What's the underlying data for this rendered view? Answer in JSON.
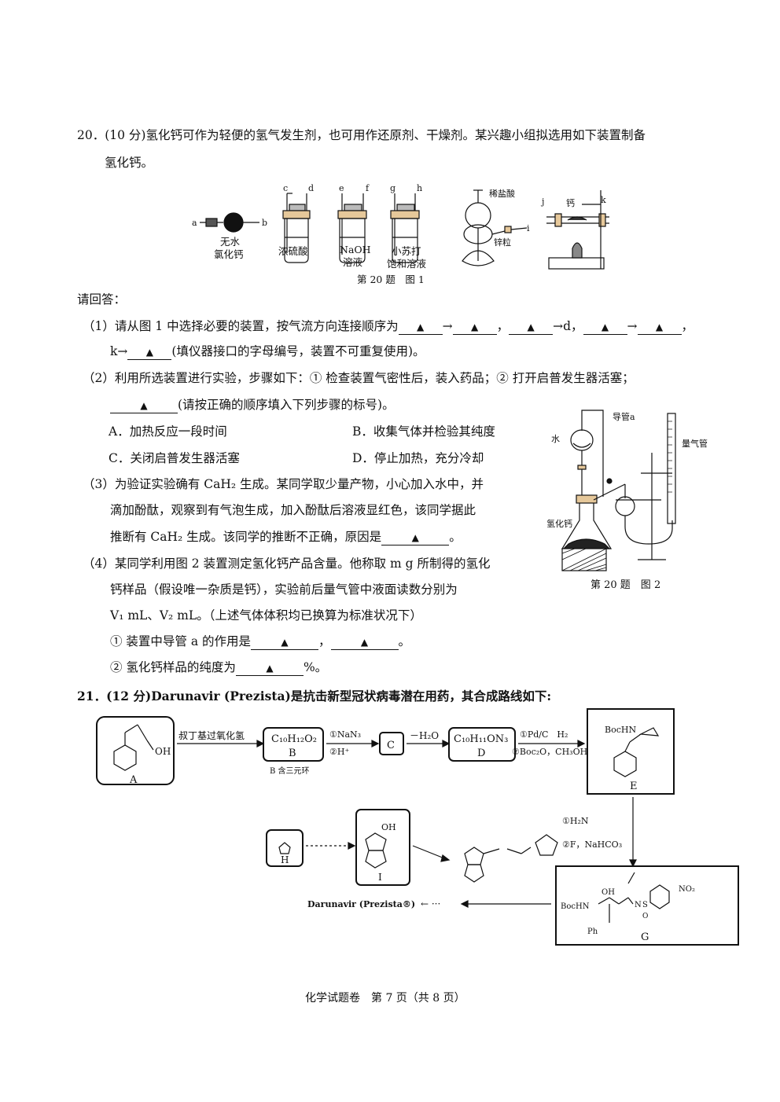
{
  "q20": {
    "intro_line1": "20．(10 分)氢化钙可作为轻便的氢气发生剂，也可用作还原剂、干燥剂。某兴趣小组拟选用如下装置制备",
    "intro_line2": "氢化钙。",
    "fig1": {
      "labels": {
        "a": "a",
        "b": "b",
        "c": "c",
        "d": "d",
        "e": "e",
        "f": "f",
        "g": "g",
        "h": "h",
        "i": "i",
        "j": "j",
        "k": "k",
        "drying_tube_1": "无水",
        "drying_tube_2": "氯化钙",
        "bottle1": "浓硫酸",
        "bottle2_1": "NaOH",
        "bottle2_2": "溶液",
        "bottle3_1": "小苏打",
        "bottle3_2": "饱和溶液",
        "hcl": "稀盐酸",
        "zinc": "锌粒",
        "calcium": "钙"
      },
      "caption": "第 20 题　图 1"
    },
    "prompt": "请回答：",
    "p1_prefix": "（1）请从图 1 中选择必要的装置，按气流方向连接顺序为",
    "p1_arrow1": "→",
    "p1_comma1": "，",
    "p1_arrow_d": "→d，",
    "p1_arrow2": "→",
    "p1_comma2": "，",
    "p1_line2_start": "k→",
    "p1_line2_end": "(填仪器接口的字母编号，装置不可重复使用)。",
    "p2_line1": "（2）利用所选装置进行实验，步骤如下：① 检查装置气密性后，装入药品；② 打开启普发生器活塞；",
    "p2_line2_end": "(请按正确的顺序填入下列步骤的标号)。",
    "p2_options": [
      "A．加热反应一段时间",
      "B．收集气体并检验其纯度",
      "C．关闭启普发生器活塞",
      "D．停止加热，充分冷却"
    ],
    "p3_line1": "（3）为验证实验确有 CaH₂ 生成。某同学取少量产物，小心加入水中，并",
    "p3_line2": "滴加酚酞，观察到有气泡生成，加入酚酞后溶液显红色，该同学据此",
    "p3_line3_start": "推断有 CaH₂ 生成。该同学的推断不正确，原因是",
    "p3_line3_end": "。",
    "p4_line1": "（4）某同学利用图 2 装置测定氢化钙产品含量。他称取 m g 所制得的氢化",
    "p4_line2": "钙样品（假设唯一杂质是钙），实验前后量气管中液面读数分别为",
    "p4_line3": "V₁ mL、V₂ mL。（上述气体体积均已换算为标准状况下）",
    "p4_sub1_start": "①  装置中导管 a 的作用是",
    "p4_sub1_sep": "，",
    "p4_sub1_end": "。",
    "p4_sub2_start": "②  氢化钙样品的纯度为",
    "p4_sub2_end": "%。",
    "blank_mark": "▲",
    "fig2": {
      "water": "水",
      "tube_a": "导管a",
      "burette": "量气管",
      "cah2": "氢化钙",
      "caption": "第 20 题　图 2"
    }
  },
  "q21": {
    "intro": "21．(12 分)Darunavir (Prezista)是抗击新型冠状病毒潜在用药，其合成路线如下:",
    "A": "A",
    "OH": "OH",
    "step1": "叔丁基过氧化氢",
    "B_formula": "C₁₀H₁₂O₂",
    "B": "B",
    "B_note": "B 含三元环",
    "step2a": "①NaN₃",
    "step2b": "②H⁺",
    "C": "C",
    "step3": "－H₂O",
    "D_formula": "C₁₀H₁₁ON₃",
    "D": "D",
    "step4a": "①Pd/C　H₂",
    "step4b": "②Boc₂O，CH₃OH",
    "E_boc": "BocHN",
    "E": "E",
    "step5a": "①H₂N",
    "step5b": "②F，NaHCO₃",
    "H": "H",
    "I": "I",
    "G_boc": "BocHN",
    "G_oh": "OH",
    "G_n": "N",
    "G_s": "S",
    "G_o": "O",
    "G_no2": "NO₂",
    "G_ph": "Ph",
    "G": "G",
    "final": "Darunavir (Prezista®)",
    "final_arrow": "←  ···",
    "I_oh": "OH"
  },
  "footer": "化学试题卷　第 7 页（共 8 页）"
}
